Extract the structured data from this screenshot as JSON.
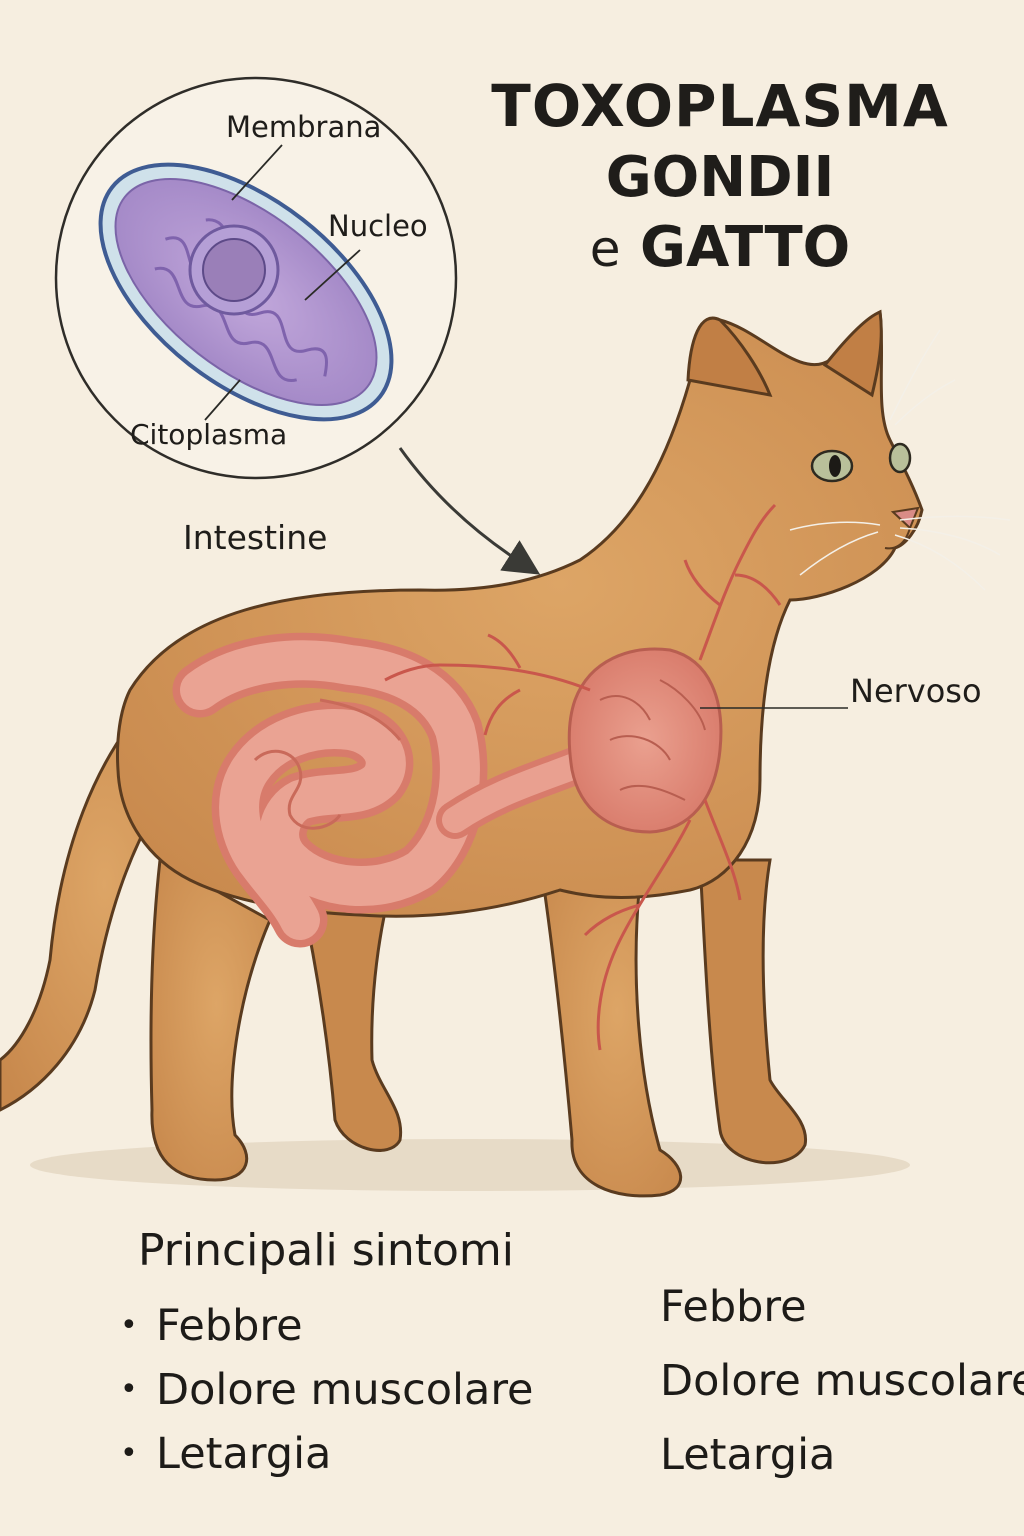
{
  "title": {
    "line1": "TOXOPLASMA",
    "line2": "GONDII",
    "line3_prefix": "e",
    "line3_main": "GATTO"
  },
  "cell_labels": {
    "membrane": "Membrana",
    "nucleus": "Nucleo",
    "cytoplasm": "Citoplasma"
  },
  "organ_labels": {
    "intestine": "Intestine",
    "nervous": "Nervoso"
  },
  "symptoms": {
    "heading": "Principali sintomi",
    "items": [
      "Febbre",
      "Dolore muscolare",
      "Letargia"
    ],
    "bullet": "•"
  },
  "symptoms_repeat": {
    "items": [
      "Febbre",
      "Dolore muscolare",
      "Letargia"
    ]
  },
  "colors": {
    "background": "#f6eee0",
    "cat_fur": "#d39a5c",
    "cat_outline": "#5a3b1f",
    "intestine": "#e38f80",
    "vessels": "#c9574c",
    "cell_membrane": "#5573a8",
    "cell_cytoplasm": "#b49ad2",
    "ink": "#1f1d1a"
  }
}
